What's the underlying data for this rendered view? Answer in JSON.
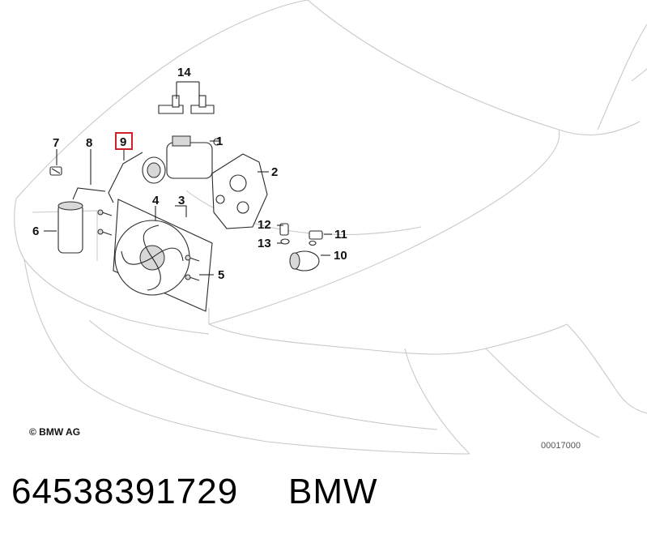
{
  "callouts": {
    "c1": "1",
    "c2": "2",
    "c3": "3",
    "c4": "4",
    "c5": "5",
    "c6": "6",
    "c7": "7",
    "c8": "8",
    "c9": "9",
    "c10": "10",
    "c11": "11",
    "c12": "12",
    "c13": "13",
    "c14": "14"
  },
  "highlight_color": "#d0202a",
  "copyright": "© BMW AG",
  "diagram_number": "00017000",
  "footer": {
    "part_number": "64538391729",
    "brand": "BMW"
  }
}
